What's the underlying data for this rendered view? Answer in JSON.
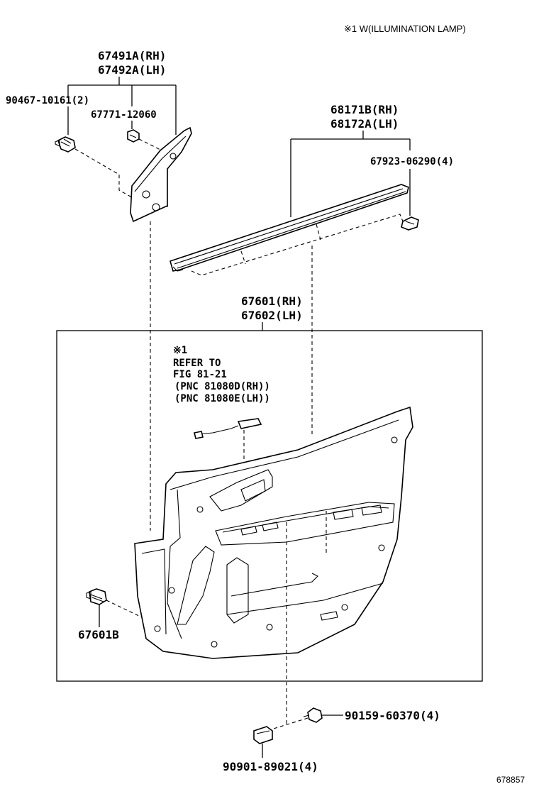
{
  "header_note": "※1 W(ILLUMINATION LAMP)",
  "labels": {
    "p67491A": "67491A(RH)",
    "p67492A": "67492A(LH)",
    "p90467": "90467-10161(2)",
    "p67771": "67771-12060",
    "p68171B": "68171B(RH)",
    "p68172A": "68172A(LH)",
    "p67923": "67923-06290(4)",
    "p67601": "67601(RH)",
    "p67602": "67602(LH)",
    "p67601B": "67601B",
    "p90159": "90159-60370(4)",
    "p90901": "90901-89021(4)"
  },
  "reference": {
    "mark": "※1",
    "line1": "REFER TO",
    "line2": "FIG 81-21",
    "line3": "(PNC 81080D(RH))",
    "line4": "(PNC 81080E(LH))"
  },
  "diagram_id": "678857"
}
